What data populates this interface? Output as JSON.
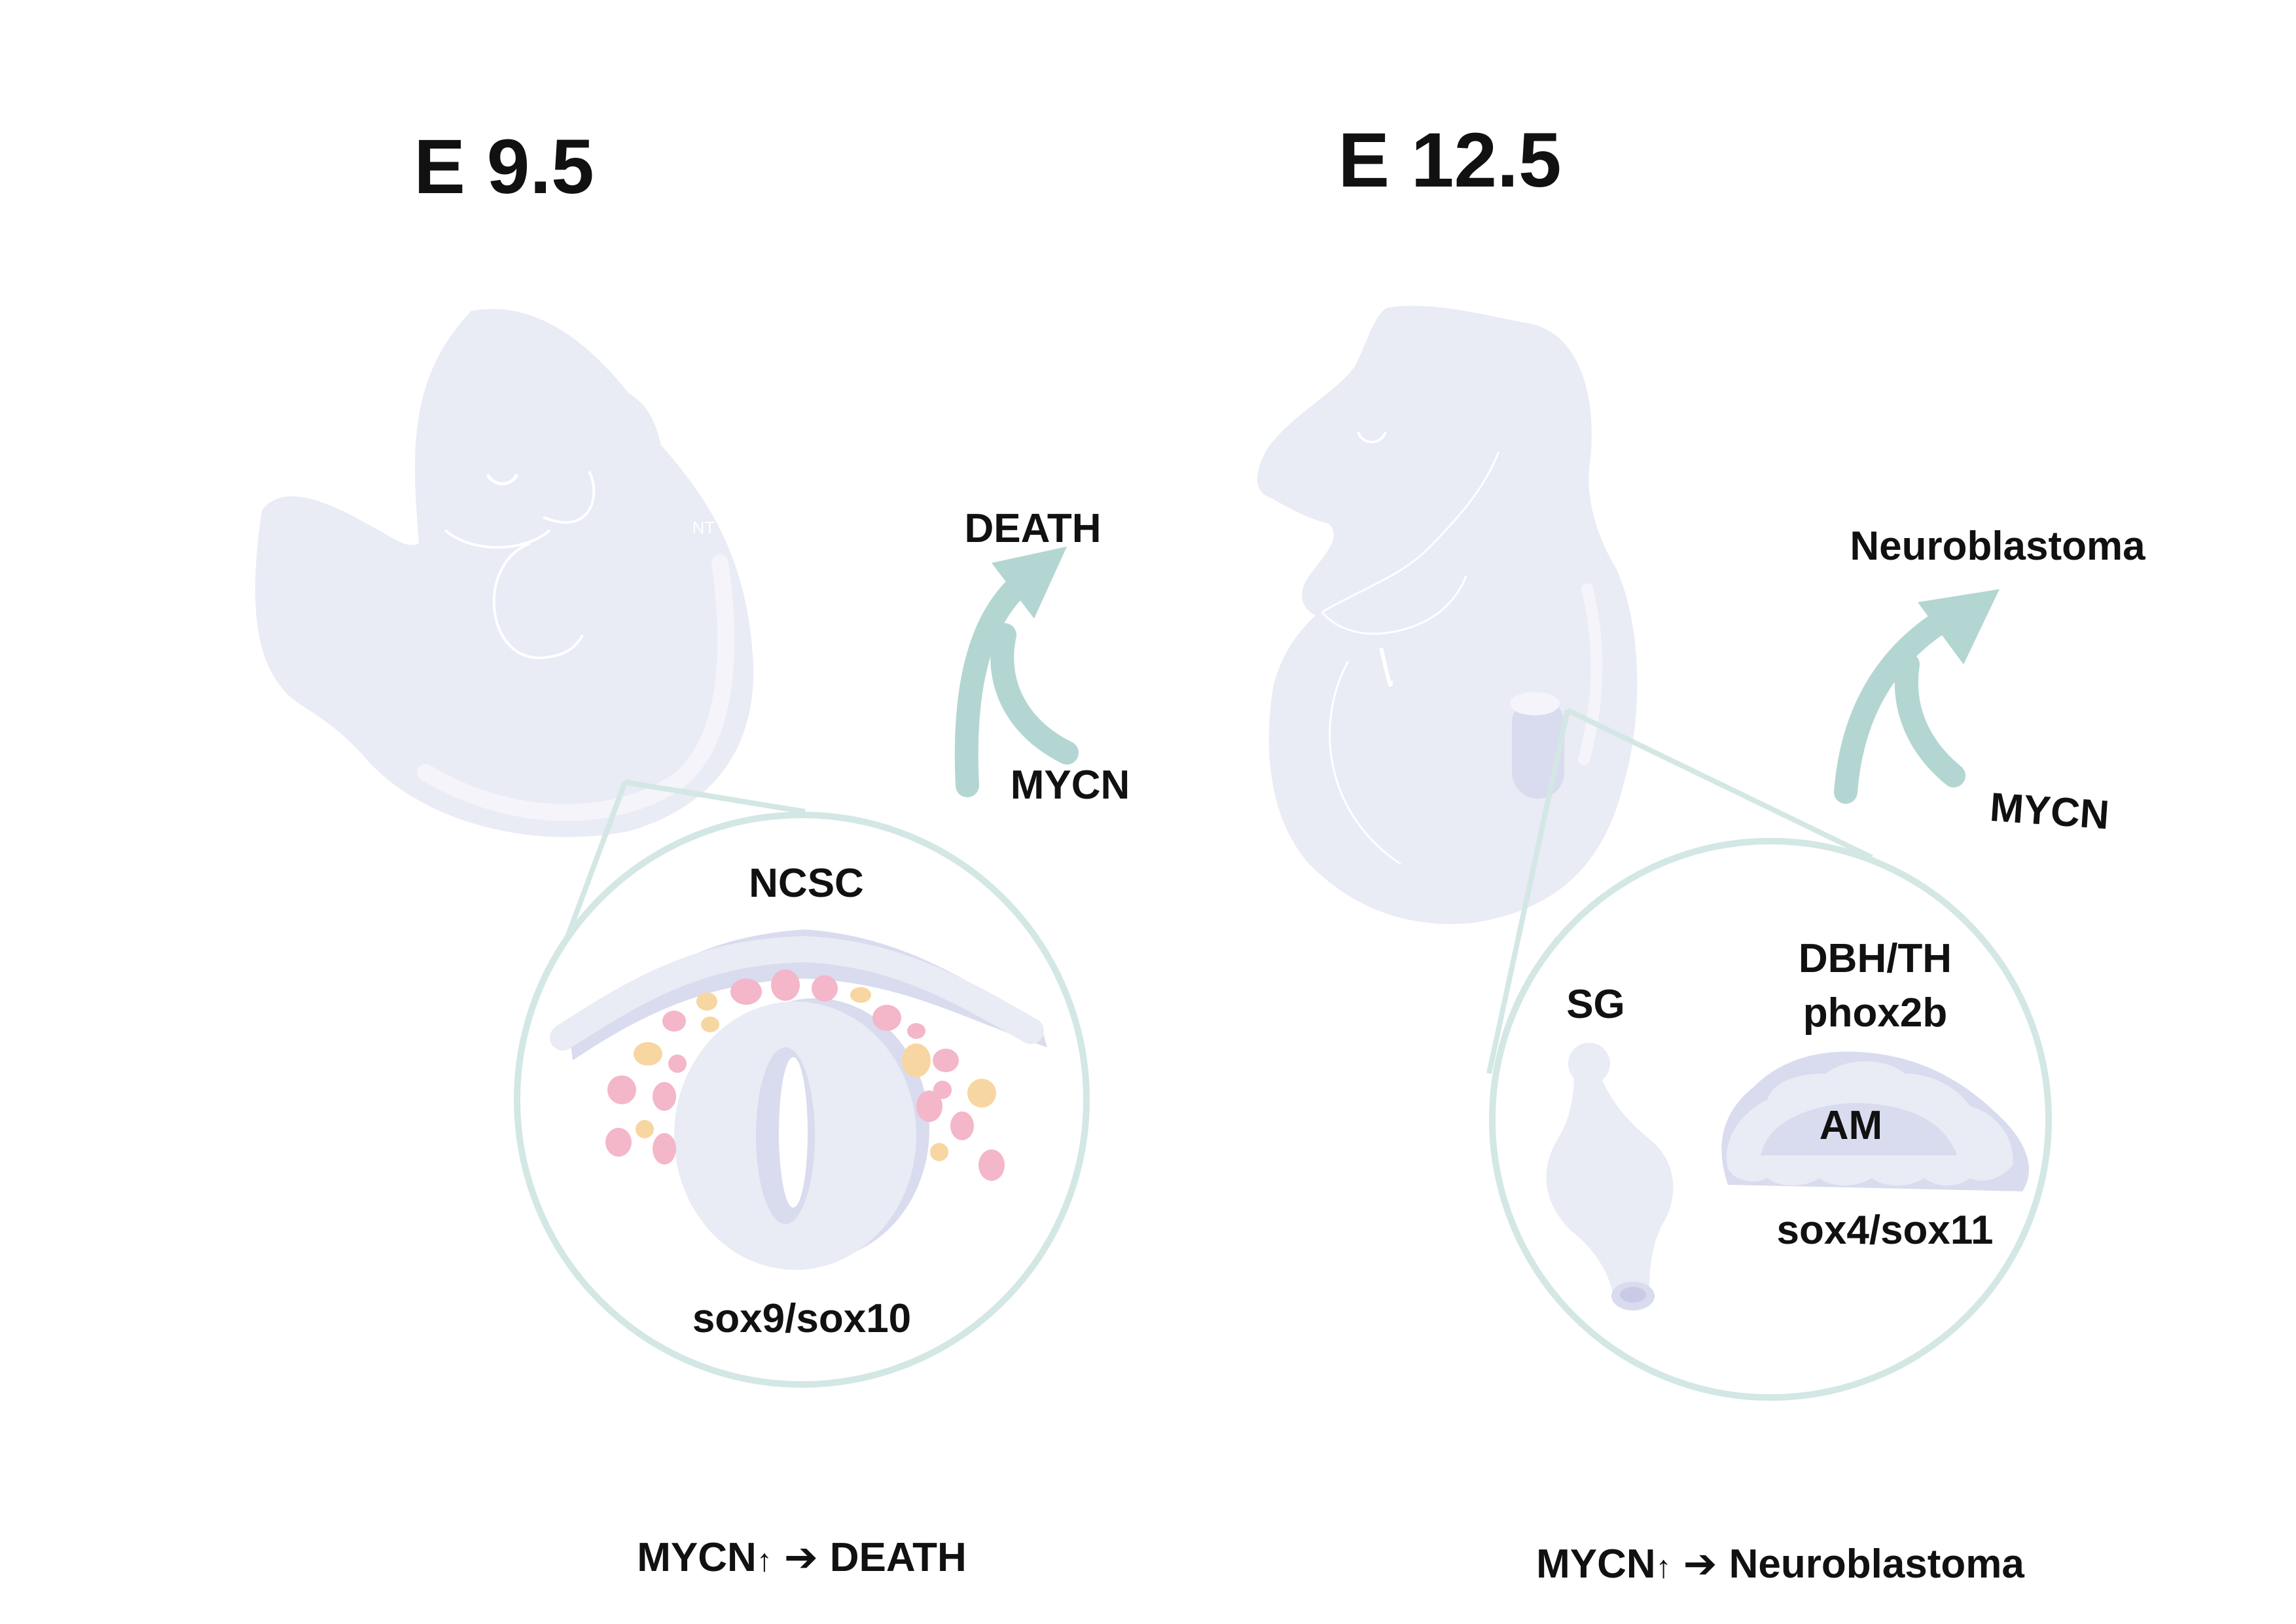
{
  "stages": {
    "early": {
      "title": "E 9.5",
      "embryo_mark": "NT",
      "arrow_target": "DEATH",
      "arrow_driver": "MYCN",
      "zoom": {
        "cells_label": "NCSC",
        "markers": "sox9/sox10"
      },
      "summary": {
        "driver": "MYCN",
        "up_symbol": "↑",
        "arrow_symbol": "➔",
        "outcome": "DEATH"
      }
    },
    "late": {
      "title": "E 12.5",
      "arrow_target": "Neuroblastoma",
      "arrow_driver": "MYCN",
      "zoom": {
        "sg_label": "SG",
        "markers_top_1": "DBH/TH",
        "markers_top_2": "phox2b",
        "am_label": "AM",
        "markers_bottom": "sox4/sox11"
      },
      "summary": {
        "driver": "MYCN",
        "up_symbol": "↑",
        "arrow_symbol": "➔",
        "outcome": "Neuroblastoma"
      }
    }
  },
  "colors": {
    "embryo_fill": "#e9ebf5",
    "embryo_line": "#ffffff",
    "tissue_fill": "#d9dbee",
    "tissue_dark": "#c9cbe6",
    "zoom_ring": "#d3e7e4",
    "arrow_teal": "#b3d6d2",
    "cell_pink": "#f4b6c9",
    "cell_yellow": "#f8d6a2",
    "text": "#111111"
  }
}
